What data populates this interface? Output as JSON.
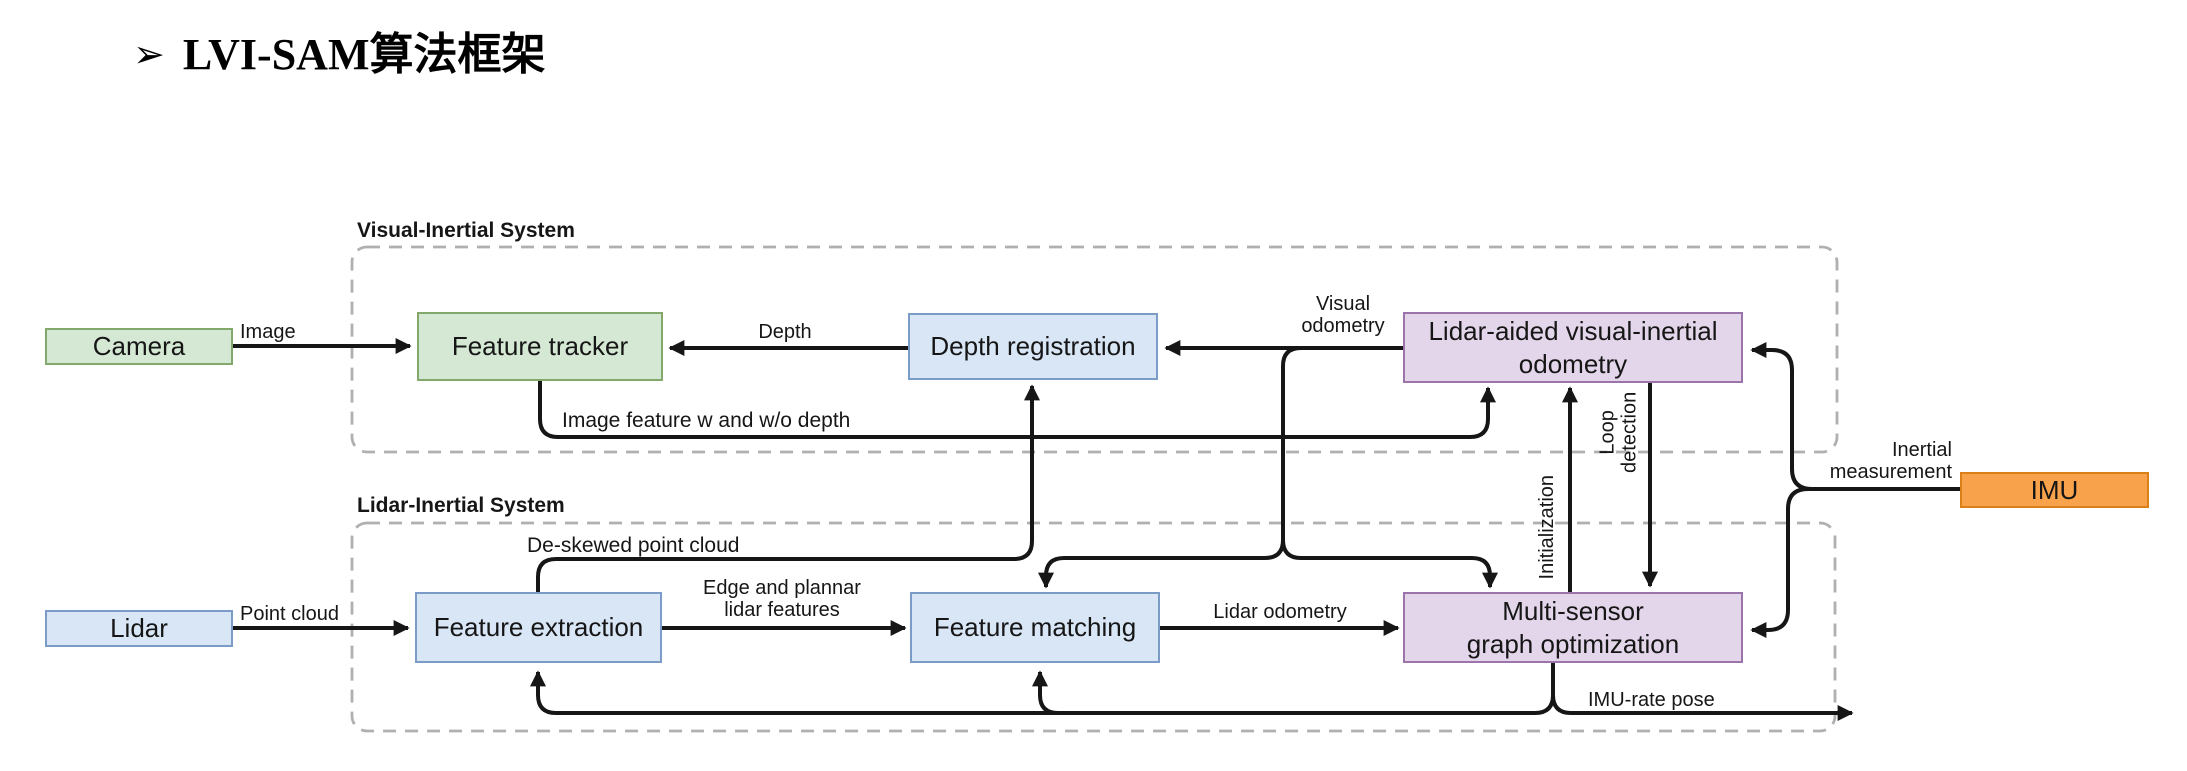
{
  "title": {
    "bullet": "➢",
    "text": "LVI-SAM算法框架"
  },
  "groups": {
    "vis": "Visual-Inertial System",
    "lis": "Lidar-Inertial System"
  },
  "nodes": {
    "camera": "Camera",
    "lidar": "Lidar",
    "imu": "IMU",
    "feature_tracker": "Feature tracker",
    "depth_registration": "Depth registration",
    "lidar_aided_vio": "Lidar-aided visual-inertial\nodometry",
    "feature_extraction": "Feature extraction",
    "feature_matching": "Feature matching",
    "graph_optimization": "Multi-sensor\ngraph optimization"
  },
  "edges": {
    "image": "Image",
    "point_cloud": "Point cloud",
    "depth": "Depth",
    "visual_odometry": "Visual\nodometry",
    "image_feature": "Image feature w and w/o depth",
    "deskewed": "De-skewed point cloud",
    "edge_planar": "Edge and plannar\nlidar features",
    "lidar_odometry": "Lidar odometry",
    "initialization": "Initialization",
    "loop_detection": "Loop\ndetection",
    "inertial_measurement": "Inertial\nmeasurement",
    "imu_rate_pose": "IMU-rate pose"
  },
  "colors": {
    "green_fill": "#d5e8d4",
    "green_border": "#83a86c",
    "blue_fill": "#d8e6f6",
    "blue_border": "#7b9cc7",
    "purple_fill": "#e3d6ea",
    "purple_border": "#9a74ab",
    "orange_fill": "#f8a24b",
    "orange_border": "#db7f18",
    "line": "#161616",
    "dashed_border": "#b0b0b0"
  }
}
